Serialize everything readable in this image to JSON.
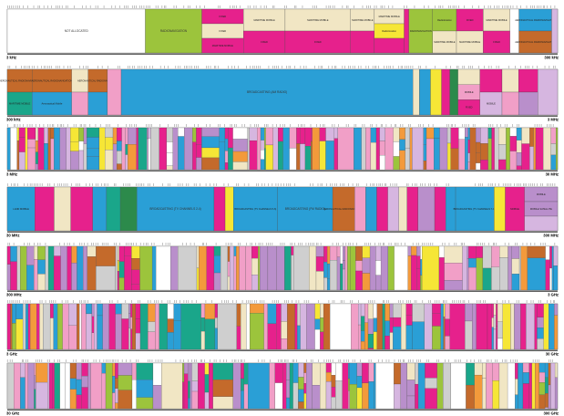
{
  "colors": {
    "magenta": "#e6218c",
    "blue": "#2a9fd6",
    "teal": "#1aa68a",
    "olive": "#9cc43c",
    "cream": "#f1e6c4",
    "pink": "#f19fc7",
    "purple": "#b98fcb",
    "lavender": "#d6b6e0",
    "yellow": "#f6e636",
    "brown": "#c46a2b",
    "orange": "#f39a3b",
    "gray": "#cfcfcf",
    "dkgreen": "#2c8a4b",
    "white": "#ffffff"
  },
  "rows": [
    {
      "start_label": "3 kHz",
      "end_label": "300 kHz",
      "blocks": [
        {
          "w": 0.232,
          "c": "white",
          "label": "NOT ALLOCATED"
        },
        {
          "w": 0.095,
          "c": "olive",
          "label": "RADIONAVIGATION",
          "t": 0.0,
          "h": 1.0
        },
        {
          "w": 0.07,
          "c": "magenta",
          "stack": [
            {
              "c": "magenta",
              "label": "FIXED"
            },
            {
              "c": "cream",
              "label": "FIXED"
            },
            {
              "c": "magenta",
              "label": "MARITIME MOBILE"
            }
          ]
        },
        {
          "w": 0.07,
          "c": "cream",
          "stack": [
            {
              "c": "cream",
              "label": "MARITIME MOBILE"
            },
            {
              "c": "magenta",
              "label": "FIXED"
            }
          ]
        },
        {
          "w": 0.11,
          "c": "cream",
          "stack": [
            {
              "c": "cream",
              "label": "MARITIME MOBILE"
            },
            {
              "c": "magenta",
              "label": "FIXED"
            }
          ]
        },
        {
          "w": 0.04,
          "c": "cream",
          "stack": [
            {
              "c": "cream",
              "label": "MARITIME MOBILE"
            },
            {
              "c": "magenta",
              "label": ""
            }
          ]
        },
        {
          "w": 0.05,
          "c": "magenta",
          "stack": [
            {
              "c": "cream",
              "label": "MARITIME MOBILE"
            },
            {
              "c": "yellow",
              "label": "Radiolocation"
            },
            {
              "c": "magenta",
              "label": ""
            }
          ]
        },
        {
          "w": 0.008,
          "c": "magenta"
        },
        {
          "w": 0.04,
          "c": "olive",
          "label": "RADIONAVIGATION"
        },
        {
          "w": 0.04,
          "c": "olive",
          "stack": [
            {
              "c": "olive",
              "label": "Radiolocation"
            },
            {
              "c": "cream",
              "label": "MARITIME MOBILE"
            }
          ]
        },
        {
          "w": 0.045,
          "c": "magenta",
          "stack": [
            {
              "c": "magenta",
              "label": "FIXED"
            },
            {
              "c": "cream",
              "label": "MARITIME MOBILE"
            }
          ]
        },
        {
          "w": 0.045,
          "c": "magenta",
          "stack": [
            {
              "c": "cream",
              "label": "MARITIME MOBILE"
            },
            {
              "c": "magenta",
              "label": "FIXED"
            }
          ]
        },
        {
          "w": 0.015,
          "c": "white"
        },
        {
          "w": 0.055,
          "c": "blue",
          "stack": [
            {
              "c": "blue",
              "label": "AERONAUTICAL RADIONAVIGATION"
            },
            {
              "c": "brown",
              "label": "AERONAUTICAL RADIONAVIGATION"
            }
          ]
        },
        {
          "w": 0.01,
          "c": "lavender"
        }
      ]
    },
    {
      "start_label": "",
      "end_label": "3 MHz",
      "blocks": [
        {
          "w": 0.045,
          "c": "brown",
          "stack": [
            {
              "c": "brown",
              "label": "AERONAUTICAL RADIONAVIGATION"
            },
            {
              "c": "teal",
              "label": "MARITIME MOBILE"
            }
          ]
        },
        {
          "w": 0.072,
          "c": "brown",
          "stack": [
            {
              "c": "brown",
              "label": "AERONAUTICAL RADIONAVIGATION"
            },
            {
              "c": "blue",
              "label": "Aeronautical Mobile"
            }
          ]
        },
        {
          "w": 0.03,
          "c": "orange",
          "stack": [
            {
              "c": "cream",
              "label": ""
            },
            {
              "c": "pink",
              "label": ""
            }
          ]
        },
        {
          "w": 0.035,
          "c": "brown",
          "stack": [
            {
              "c": "brown",
              "label": "AERONAUTICAL RADIONAVIGATION"
            },
            {
              "c": "blue",
              "label": ""
            }
          ]
        },
        {
          "w": 0.025,
          "c": "pink"
        },
        {
          "w": 0.53,
          "c": "blue",
          "label": "BROADCASTING (AM RADIO)"
        },
        {
          "w": 0.012,
          "c": "cream"
        },
        {
          "w": 0.02,
          "c": "blue"
        },
        {
          "w": 0.02,
          "c": "yellow"
        },
        {
          "w": 0.015,
          "c": "magenta"
        },
        {
          "w": 0.015,
          "c": "dkgreen"
        },
        {
          "w": 0.04,
          "c": "cream",
          "stack": [
            {
              "c": "cream",
              "label": ""
            },
            {
              "c": "pink",
              "label": "MOBILE"
            },
            {
              "c": "magenta",
              "label": "FIXED"
            }
          ]
        },
        {
          "w": 0.04,
          "c": "magenta",
          "stack": [
            {
              "c": "magenta",
              "label": ""
            },
            {
              "c": "lavender",
              "label": "MOBILE"
            }
          ]
        },
        {
          "w": 0.03,
          "c": "pink",
          "stack": [
            {
              "c": "cream",
              "label": ""
            },
            {
              "c": "pink",
              "label": ""
            }
          ]
        },
        {
          "w": 0.035,
          "c": "magenta",
          "stack": [
            {
              "c": "magenta",
              "label": ""
            },
            {
              "c": "purple",
              "label": ""
            }
          ]
        },
        {
          "w": 0.036,
          "c": "lavender"
        }
      ]
    },
    {
      "start_label": "3 MHz",
      "end_label": "30 MHz",
      "pattern_seed": 11,
      "blocks": []
    },
    {
      "start_label": "30 MHz",
      "end_label": "300 MHz",
      "blocks": [
        {
          "w": 0.05,
          "c": "blue",
          "label": "LAND MOBILE"
        },
        {
          "w": 0.035,
          "c": "magenta"
        },
        {
          "w": 0.03,
          "c": "cream"
        },
        {
          "w": 0.04,
          "c": "magenta"
        },
        {
          "w": 0.025,
          "c": "blue"
        },
        {
          "w": 0.025,
          "c": "teal"
        },
        {
          "w": 0.03,
          "c": "dkgreen"
        },
        {
          "w": 0.14,
          "c": "blue",
          "label": "BROADCASTING (TV CHANNELS 2-4)"
        },
        {
          "w": 0.02,
          "c": "magenta"
        },
        {
          "w": 0.015,
          "c": "yellow"
        },
        {
          "w": 0.08,
          "c": "blue",
          "label": "BROADCASTING (TV CHANNELS 5-6)"
        },
        {
          "w": 0.1,
          "c": "blue",
          "label": "BROADCASTING (FM RADIO)"
        },
        {
          "w": 0.04,
          "c": "brown",
          "label": "AERONAUTICAL RADIONAVIGATION"
        },
        {
          "w": 0.02,
          "c": "pink"
        },
        {
          "w": 0.02,
          "c": "blue"
        },
        {
          "w": 0.02,
          "c": "magenta"
        },
        {
          "w": 0.02,
          "c": "lavender"
        },
        {
          "w": 0.015,
          "c": "cream"
        },
        {
          "w": 0.02,
          "c": "magenta"
        },
        {
          "w": 0.03,
          "c": "purple"
        },
        {
          "w": 0.02,
          "c": "magenta"
        },
        {
          "w": 0.018,
          "c": "blue"
        },
        {
          "w": 0.07,
          "c": "blue",
          "label": "BROADCASTING (TV CHANNELS 7-13)"
        },
        {
          "w": 0.02,
          "c": "yellow"
        },
        {
          "w": 0.035,
          "c": "magenta",
          "label": "MOBILE"
        },
        {
          "w": 0.06,
          "c": "purple",
          "stack": [
            {
              "c": "purple",
              "label": "MOBILE"
            },
            {
              "c": "purple",
              "label": "MOBILE SATELLITE"
            },
            {
              "c": "lavender",
              "label": ""
            }
          ]
        }
      ]
    },
    {
      "start_label": "300 MHz",
      "end_label": "3 GHz",
      "pattern_seed": 23,
      "blocks": []
    },
    {
      "start_label": "3 GHz",
      "end_label": "30 GHz",
      "pattern_seed": 37,
      "blocks": []
    },
    {
      "start_label": "30 GHz",
      "end_label": "300 GHz",
      "pattern_seed": 53,
      "blocks": []
    }
  ],
  "row_top_labels": {
    "row2_start": "300 kHz"
  }
}
